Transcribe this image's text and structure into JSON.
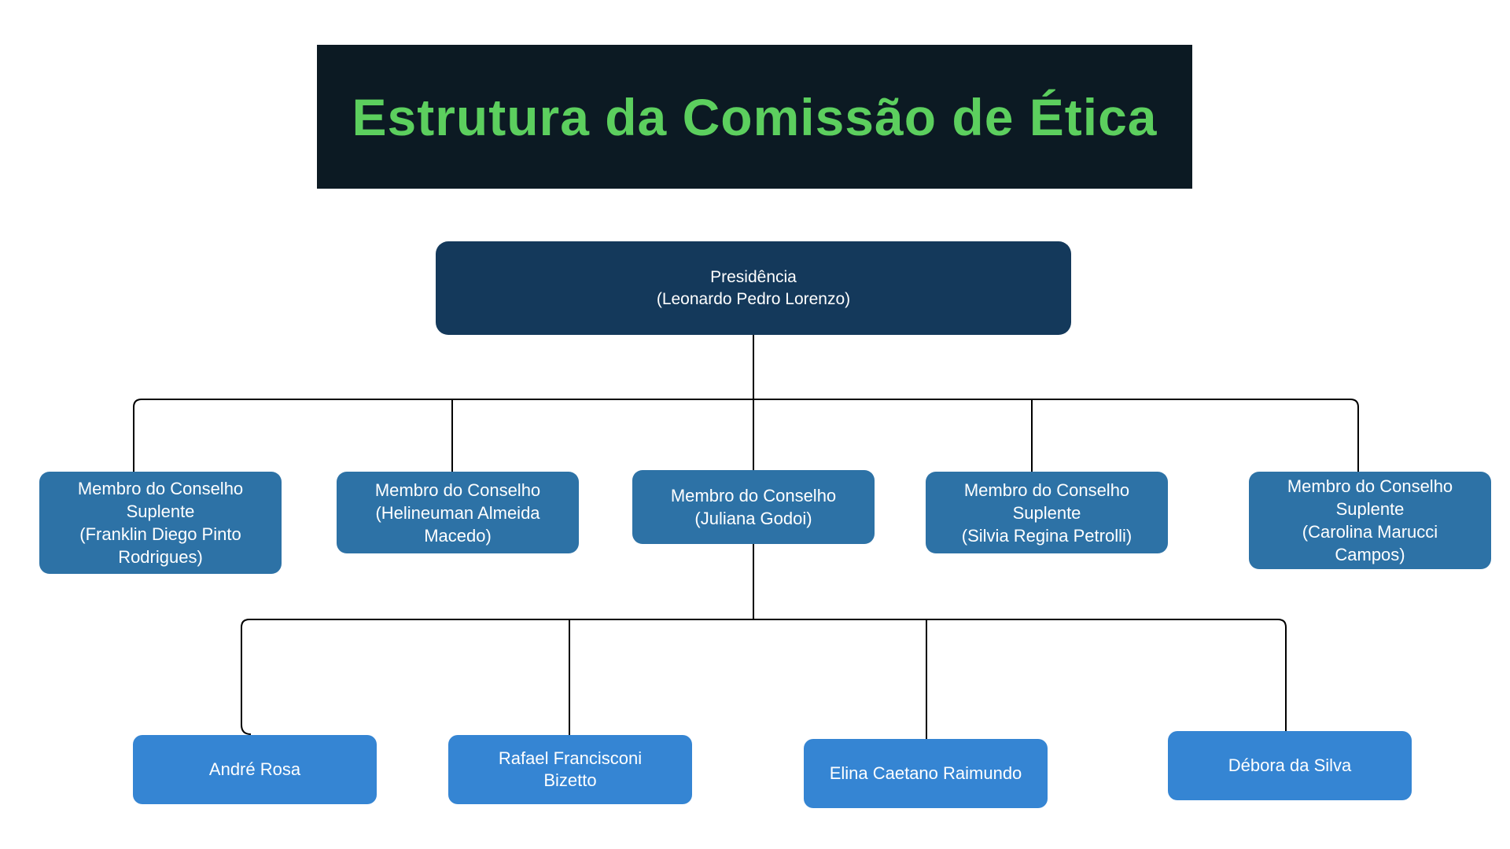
{
  "title": {
    "text": "Estrutura da Comissão de Ética"
  },
  "colors": {
    "page_bg": "#ffffff",
    "title_banner_bg": "#0c1a23",
    "title_text": "#5ccf5e",
    "presidencia_box": "#14395b",
    "conselho_box": "#2d72a6",
    "staff_box": "#3585d3",
    "box_text": "#ffffff",
    "connector_line": "#000000"
  },
  "org": {
    "root": {
      "role": "Presidência",
      "name": "(Leonardo Pedro Lorenzo)"
    },
    "members": [
      {
        "role": "Membro do Conselho Suplente",
        "name": "(Franklin Diego Pinto Rodrigues)"
      },
      {
        "role": "Membro do Conselho",
        "name": "(Helineuman Almeida Macedo)"
      },
      {
        "role": "Membro do Conselho",
        "name": "(Juliana Godoi)"
      },
      {
        "role": "Membro do Conselho Suplente",
        "name": "(Silvia Regina Petrolli)"
      },
      {
        "role": "Membro do Conselho Suplente",
        "name": "(Carolina Marucci Campos)"
      }
    ],
    "staff": [
      {
        "name": "André Rosa"
      },
      {
        "name": "Rafael Francisconi Bizetto"
      },
      {
        "name": "Elina Caetano Raimundo"
      },
      {
        "name": "Débora da Silva"
      }
    ]
  }
}
